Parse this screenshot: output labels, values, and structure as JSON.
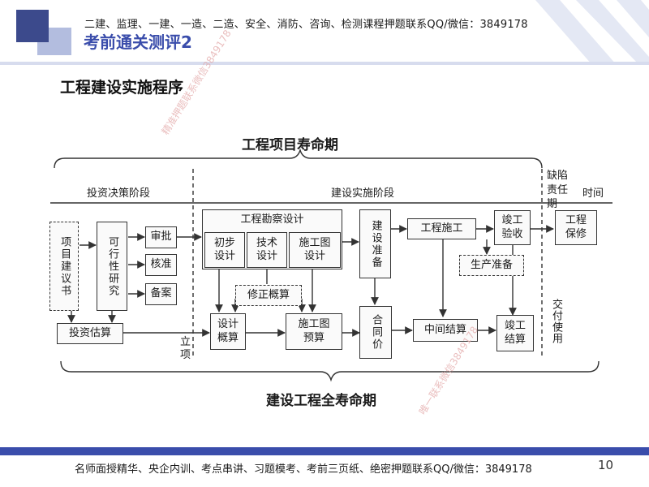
{
  "header": {
    "promo": "二建、监理、一建、一造、二造、安全、消防、咨询、检测课程押题联系QQ/微信：3849178",
    "subtitle": "考前通关测评2"
  },
  "section_title": "工程建设实施程序",
  "diagram": {
    "top_brace_label": "工程项目寿命期",
    "bottom_brace_label": "建设工程全寿命期",
    "phases": {
      "investment": "投资决策阶段",
      "construction": "建设实施阶段",
      "defect": "缺陷责任期",
      "time": "时间"
    },
    "boxes": {
      "project_proposal": "项目建议书",
      "feasibility": "可行性研究",
      "approval": "审批",
      "verification": "核准",
      "filing": "备案",
      "investment_estimate": "投资估算",
      "survey_design": "工程勘察设计",
      "preliminary_design": "初步设计",
      "technical_design": "技术设计",
      "construction_drawing_design": "施工图设计",
      "revised_estimate": "修正概算",
      "design_estimate": "设计概算",
      "construction_drawing_budget": "施工图预算",
      "construction_prep": "建设准备",
      "contract_price": "合同价",
      "construction": "工程施工",
      "production_prep": "生产准备",
      "interim_settlement": "中间结算",
      "acceptance": "竣工验收",
      "final_settlement": "竣工结算",
      "warranty": "工程保修"
    },
    "labels": {
      "establish": "立项",
      "delivery": "交付使用"
    }
  },
  "watermarks": {
    "wm1": "精准押题联系微信3849178",
    "wm2": "唯一联系微信3849178"
  },
  "footer": {
    "promo": "名师面授精华、央企内训、考点串讲、习题模考、考前三页纸、绝密押题联系QQ/微信：3849178",
    "page_number": "10"
  }
}
